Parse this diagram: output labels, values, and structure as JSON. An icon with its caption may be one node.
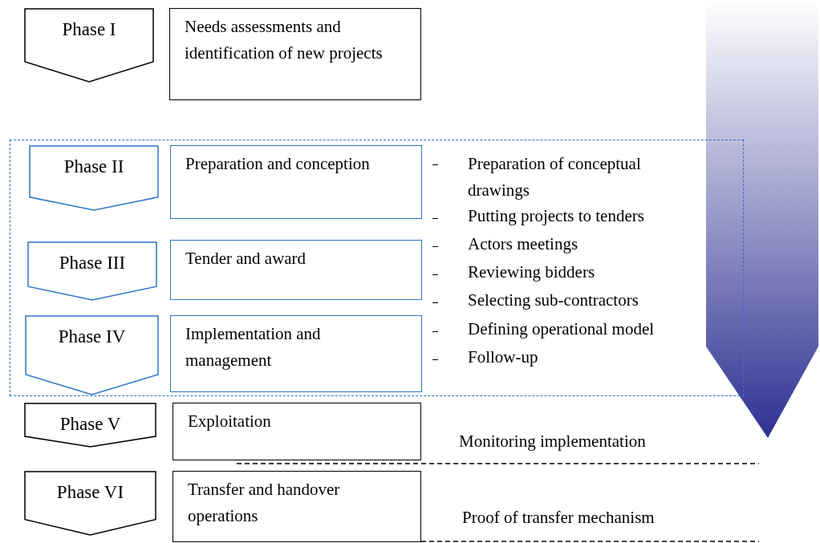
{
  "diagram": {
    "nodes": [
      {
        "text": [
          "Phase I"
        ]
      },
      {
        "text": [
          "Needs assessments and identification of new projects"
        ]
      },
      {
        "text": [],
        "shape": "box"
      },
      {
        "text": [
          "Phase II"
        ],
        "in": 2
      },
      {
        "text": [
          "Preparation and conception"
        ],
        "in": 2
      },
      {
        "text": [
          "Phase III"
        ],
        "in": 2
      },
      {
        "text": [
          "Tender and award"
        ],
        "in": 2
      },
      {
        "text": [
          "Phase IV"
        ],
        "in": 2
      },
      {
        "text": [
          "Implementation and management"
        ],
        "in": 2
      },
      {
        "text": [
          "Phase V"
        ]
      },
      {
        "text": [
          "Exploitation"
        ]
      },
      {
        "text": [
          "Phase VI"
        ]
      },
      {
        "text": [
          "Transfer and handover operations"
        ]
      }
    ],
    "edges": [],
    "labels": [
      "Preparation  of conceptual drawings",
      "Putting projects to tenders",
      "Actors meetings",
      "Reviewing bidders",
      "Selecting sub-contractors",
      "Defining operational model",
      "Follow-up",
      "Monitoring implementation",
      "Proof of transfer mechanism"
    ]
  }
}
